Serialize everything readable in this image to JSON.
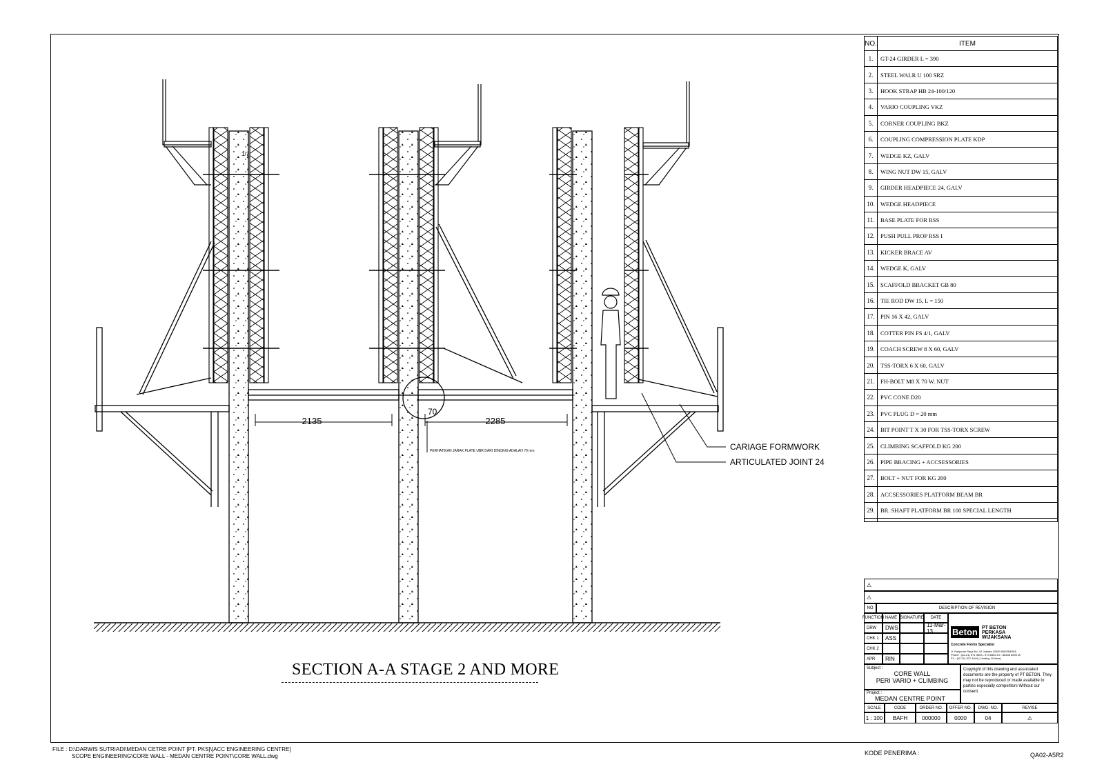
{
  "items_table": {
    "header_no": "NO.",
    "header_item": "ITEM",
    "rows": [
      {
        "no": "1.",
        "item": "GT-24 GIRDER L = 390"
      },
      {
        "no": "2.",
        "item": "STEEL WALR U 100 SRZ"
      },
      {
        "no": "3.",
        "item": "HOOK STRAP HB 24-100/120"
      },
      {
        "no": "4.",
        "item": "VARIO COUPLING VKZ"
      },
      {
        "no": "5.",
        "item": "CORNER COUPLING BKZ"
      },
      {
        "no": "6.",
        "item": "COUPLING COMPRESSION PLATE KDP"
      },
      {
        "no": "7.",
        "item": "WEDGE KZ, GALV"
      },
      {
        "no": "8.",
        "item": "WING NUT DW 15, GALV"
      },
      {
        "no": "9.",
        "item": "GIRDER HEADPIECE 24, GALV"
      },
      {
        "no": "10.",
        "item": "WEDGE HEADPIECE"
      },
      {
        "no": "11.",
        "item": "BASE PLATE FOR RSS"
      },
      {
        "no": "12.",
        "item": "PUSH PULL PROP RSS I"
      },
      {
        "no": "13.",
        "item": "KICKER BRACE AV"
      },
      {
        "no": "14.",
        "item": "WEDGE K, GALV"
      },
      {
        "no": "15.",
        "item": "SCAFFOLD BRACKET GB 80"
      },
      {
        "no": "16.",
        "item": "TIE ROD DW 15, L = 150"
      },
      {
        "no": "17.",
        "item": "PIN 16 X 42, GALV"
      },
      {
        "no": "18.",
        "item": "COTTER PIN FS 4/1, GALV"
      },
      {
        "no": "19.",
        "item": "COACH SCREW 8 X 60, GALV"
      },
      {
        "no": "20.",
        "item": "TSS-TORX 6 X 60, GALV"
      },
      {
        "no": "21.",
        "item": "FH-BOLT M8 X 70 W. NUT"
      },
      {
        "no": "22.",
        "item": "PVC CONE D20"
      },
      {
        "no": "23.",
        "item": "PVC PLUG D = 20 mm"
      },
      {
        "no": "24.",
        "item": "BIT POINT T X 30 FOR TSS-TORX SCREW"
      },
      {
        "no": "25.",
        "item": "CLIMBING SCAFFOLD KG 200"
      },
      {
        "no": "26.",
        "item": "PIPE BRACING + ACCSESSORIES"
      },
      {
        "no": "27.",
        "item": "BOLT  + NUT FOR KG 200"
      },
      {
        "no": "28.",
        "item": "ACCSESSORIES PLATFORM BEAM BR"
      },
      {
        "no": "29.",
        "item": "BR. SHAFT PLATFORM BR 100 SPECIAL LENGTH"
      }
    ]
  },
  "drawing": {
    "title": "SECTION A-A STAGE 2 AND MORE",
    "dim_left": "2135",
    "dim_right": "2285",
    "dim_gap": "70",
    "note": "PERHATIKAN JARAK PLATE UBR DARI DINDING ADALAH 70 mm",
    "callout_1": "CARIAGE FORMWORK",
    "callout_2": "ARTICULATED JOINT 24",
    "slope_label": "1/7"
  },
  "title_block": {
    "rev_no_label": "NO",
    "rev_desc_label": "DESCRIPTION OF REVISION",
    "col_function": "FUNCTION",
    "col_name": "NAME",
    "col_signature": "SIGNATURE",
    "col_date": "DATE",
    "rows": [
      {
        "function": "DRW",
        "name": "DWS",
        "date": "11-Mar-13"
      },
      {
        "function": "CHK 1",
        "name": "ASS",
        "date": ""
      },
      {
        "function": "CHK 2",
        "name": "",
        "date": ""
      },
      {
        "function": "APR",
        "name": "RIN",
        "date": ""
      }
    ],
    "company_logo": "Beton",
    "company_name_1": "PT BETON",
    "company_name_2": "PERKASA",
    "company_name_3": "WIJAKSANA",
    "company_tagline": "Concrete Forms Specialist",
    "company_address_1": "Jl. Panjunan Raya No. 42 Jakarta 10350 INDONESIA",
    "company_address_2": "Phone : (62-21) 571 3603 - 573 6564 Ex : 66408 BGN IA",
    "company_address_3": "FX : (62-21) 571 3444 ( Hunting 10 lines)",
    "subject_label": "Subject :",
    "subject_line_1": "CORE WALL",
    "subject_line_2": "PERI VARIO + CLIMBING",
    "copyright": "Copyright of this drawing and associated documents are the property of PT BETON. They may not be reproduced or made available to parties especially competitors Without our consent.",
    "project_label": "Project :",
    "project_name": "MEDAN CENTRE POINT",
    "footer_labels": [
      "SCALE",
      "CODE",
      "ORDER NO.",
      "OFFER NO.",
      "DWG. NO.",
      "REVISE"
    ],
    "footer_values": [
      "1 : 100",
      "BAFH",
      "000000",
      "0000",
      "04",
      ""
    ]
  },
  "file_path_line_1": "FILE :  D:\\DARWIS SUTRIADI\\MEDAN CETRE POINT [PT. PKS]\\[ACC ENGINEERING CENTRE]",
  "file_path_line_2": "SCOPE ENGINEERING\\CORE WALL - MEDAN CENTRE POINT\\CORE WALL.dwg",
  "kode_penerima": "KODE PENERIMA :",
  "doc_code": "QA02-A5R2"
}
